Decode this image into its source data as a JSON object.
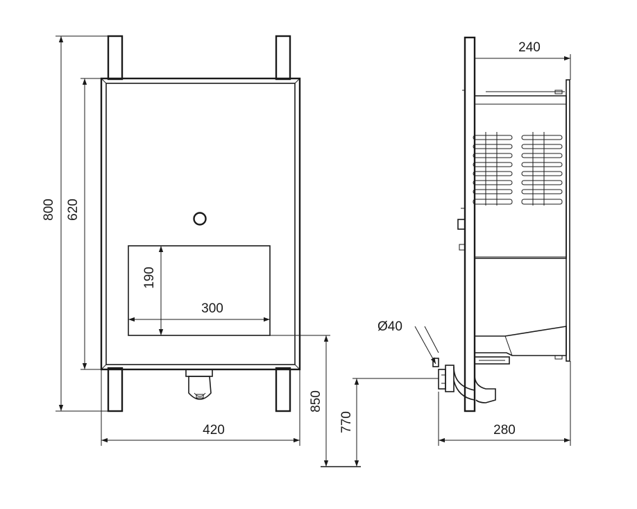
{
  "drawing": {
    "front_view": {
      "height_overall": "800",
      "height_panel": "620",
      "panel_width": "420",
      "opening_height": "190",
      "opening_width": "300",
      "height_to_opening": "850"
    },
    "side_view": {
      "depth_top": "240",
      "depth_bottom": "280",
      "pipe_diameter": "Ø40",
      "pipe_height": "770"
    },
    "line_color": "#1a1a1a",
    "background": "#ffffff"
  }
}
